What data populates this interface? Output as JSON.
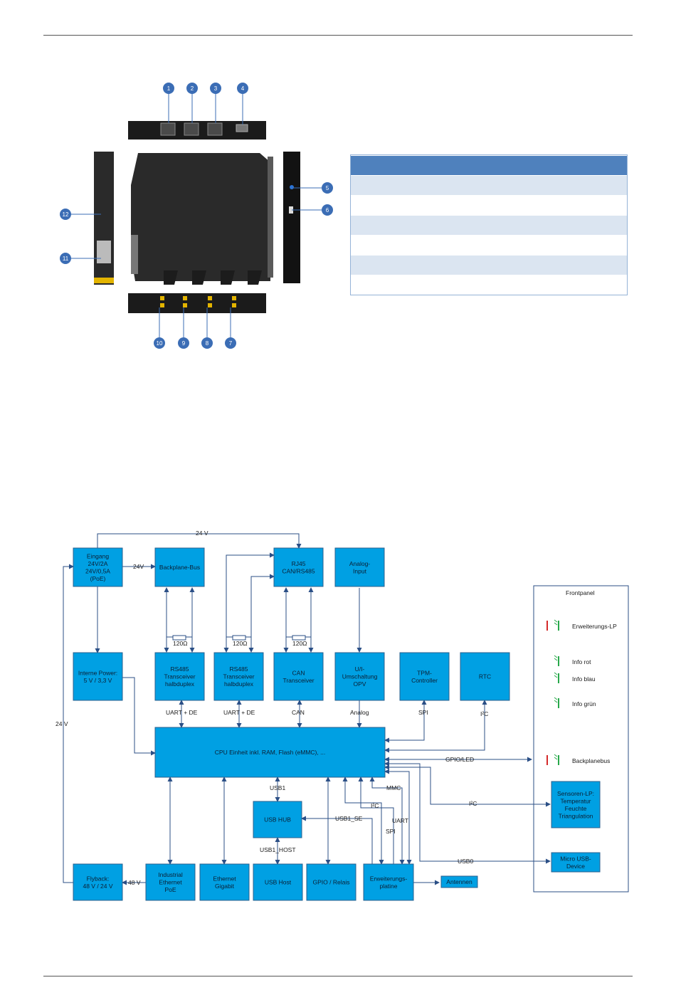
{
  "callouts": [
    "1",
    "2",
    "3",
    "4",
    "5",
    "6",
    "7",
    "8",
    "9",
    "10",
    "11",
    "12"
  ],
  "table": {
    "rows": 7,
    "cols": 3
  },
  "diagram": {
    "top_24v": "24 V",
    "left_24v": "24 V",
    "blocks": {
      "eingang": [
        "Eingang",
        "24V/2A",
        "24V/0,5A",
        "(PoE)"
      ],
      "backplane": [
        "Backplane-Bus"
      ],
      "rj45": [
        "RJ45",
        "CAN/RS485"
      ],
      "analog_input": [
        "Analog-",
        "Input"
      ],
      "interne_power": [
        "Interne Power:",
        "5 V / 3,3 V"
      ],
      "rs485_1": [
        "RS485",
        "Transceiver",
        "halbduplex"
      ],
      "rs485_2": [
        "RS485",
        "Transceiver",
        "halbduplex"
      ],
      "can": [
        "CAN",
        "Transceiver"
      ],
      "ui": [
        "U/I-",
        "Umschaltung",
        "OPV"
      ],
      "tpm": [
        "TPM-",
        "Controller"
      ],
      "rtc": [
        "RTC"
      ],
      "cpu": [
        "CPU Einheit inkl. RAM, Flash (eMMC), ..."
      ],
      "usb_hub": [
        "USB HUB"
      ],
      "flyback": [
        "Flyback:",
        "48 V / 24 V"
      ],
      "ind_eth": [
        "Industrial",
        "Ethernet",
        "PoE"
      ],
      "eth_gbit": [
        "Ethernet",
        "Gigabit"
      ],
      "usb_host": [
        "USB Host"
      ],
      "gpio": [
        "GPIO / Relais"
      ],
      "erweiterung": [
        "Erweiterungs-",
        "platine"
      ],
      "antennen": [
        "Antennen"
      ],
      "sensoren": [
        "Sensoren-LP:",
        "Temperatur",
        "Feuchte",
        "Triangulation"
      ],
      "micro_usb": [
        "Micro USB-",
        "Device"
      ]
    },
    "labels": {
      "l24v_a": "24V",
      "r120_1": "120Ω",
      "r120_2": "120Ω",
      "r120_3": "120Ω",
      "uart_de_1": "UART + DE",
      "uart_de_2": "UART + DE",
      "can": "CAN",
      "analog": "Analog",
      "spi": "SPI",
      "i2c": "I²C",
      "gpio_led": "GPIO/LED",
      "usb1": "USB1",
      "usb1_se": "USB1_SE",
      "usb1_host": "USB1_HOST",
      "mmc": "MMC",
      "i2c_b": "I²C",
      "uart_b": "UART",
      "spi_b": "SPI",
      "i2c_c": "I²C",
      "usb0": "USB0",
      "v48": "48 V"
    },
    "frontpanel": {
      "title": "Frontpanel",
      "items": [
        "Erweiterungs-LP",
        "Info rot",
        "Info blau",
        "Info grün",
        "Backplanebus"
      ]
    }
  }
}
